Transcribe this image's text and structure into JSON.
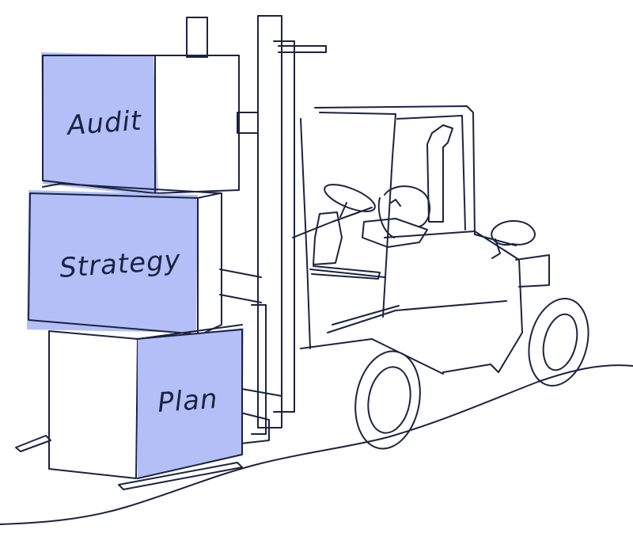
{
  "colors": {
    "ink": "#1b2340",
    "box_fill": "#b3bff6",
    "background": "#ffffff"
  },
  "boxes": {
    "top": {
      "label": "Audit"
    },
    "middle": {
      "label": "Strategy"
    },
    "bottom": {
      "label": "Plan"
    }
  }
}
